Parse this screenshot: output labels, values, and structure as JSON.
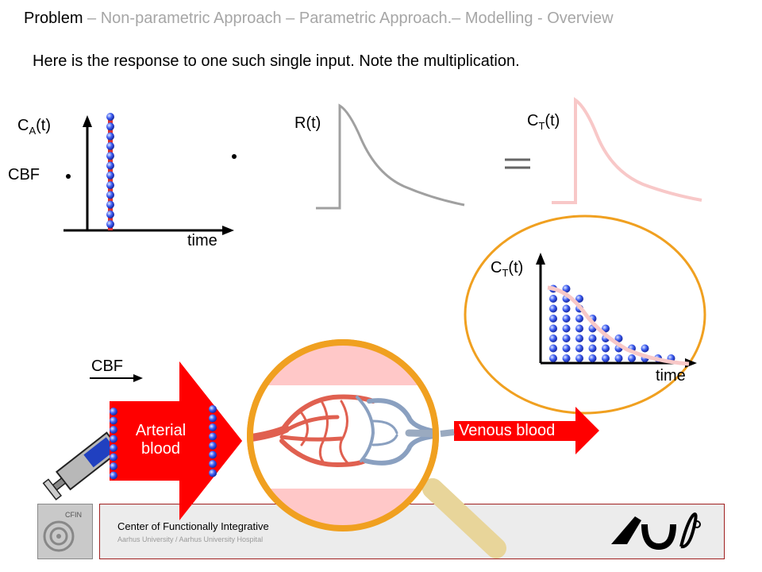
{
  "header": {
    "active": "Problem",
    "rest": [
      " – Non-parametric Approach – Parametric Approach.– Modelling - Overview"
    ]
  },
  "subtitle": "Here is the response to one such single input. Note the multiplication.",
  "graphs": {
    "ca_label": "C",
    "ca_sub": "A",
    "ca_suffix": "(t)",
    "cbf_label": "CBF",
    "time_label": "time",
    "r_label": "R(t)",
    "ct_label": "C",
    "ct_sub": "T",
    "ct_suffix": "(t)"
  },
  "zoom": {
    "ct_label": "C",
    "ct_sub": "T",
    "ct_suffix": "(t)",
    "time_label": "time"
  },
  "flow": {
    "cbf_label": "CBF",
    "arterial_line1": "Arterial",
    "arterial_line2": "blood",
    "venous_label": "Venous blood"
  },
  "footer": {
    "logo_text": "CFIN",
    "title": "Center of Functionally  Integrative",
    "subtitle": "Aarhus University / Aarhus University Hospital"
  },
  "colors": {
    "arrow_red": "#ff0000",
    "ring_orange": "#f0a020",
    "pink": "#f8c8c8",
    "gray_curve": "#a0a0a0",
    "bead_blue": "#3a5af0"
  }
}
